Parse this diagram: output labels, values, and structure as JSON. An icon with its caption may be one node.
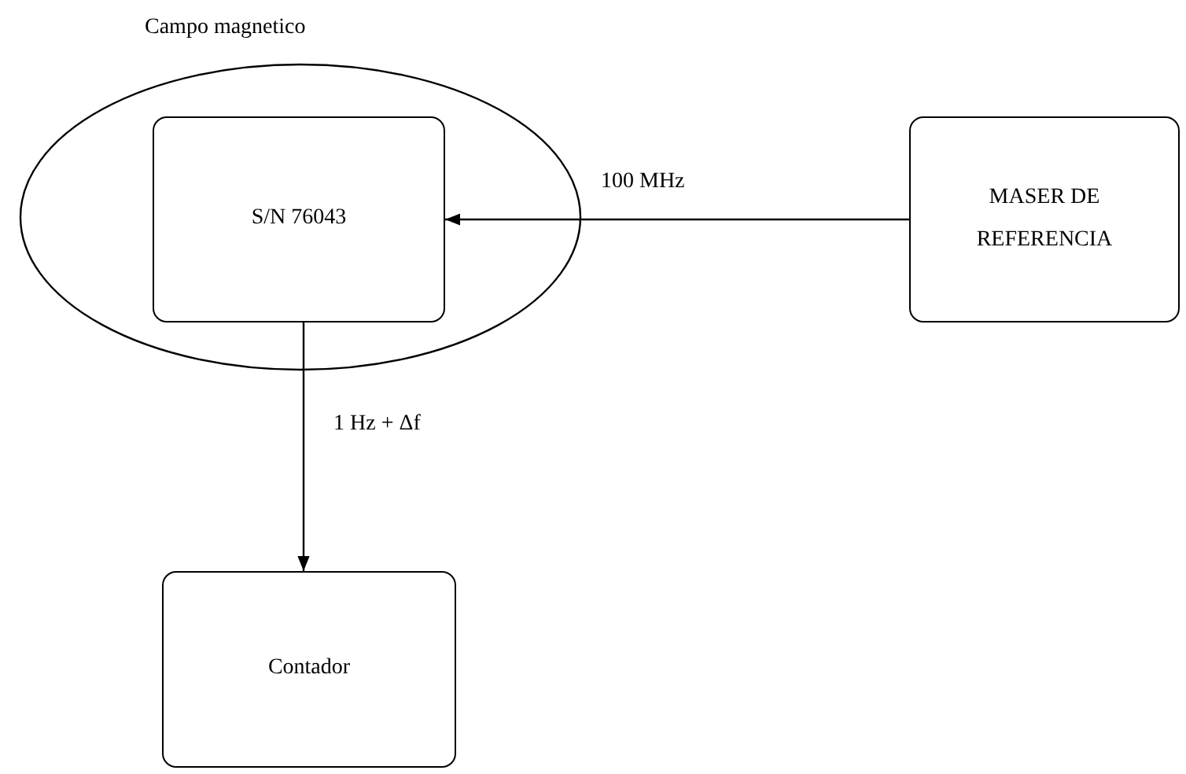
{
  "diagram": {
    "nodes": [
      {
        "text": [
          "Campo magnetico"
        ]
      },
      {
        "text": [
          "S/N 76043"
        ],
        "in": 0
      },
      {
        "text": [
          "MASER DE REFERENCIA"
        ]
      },
      {
        "text": [
          "Contador"
        ]
      }
    ],
    "edges": [
      {
        "from": 2,
        "to": 1,
        "arrow": "to",
        "label": "100 MHz"
      },
      {
        "from": 1,
        "to": 3,
        "arrow": "to",
        "label": "1 Hz + Δf"
      }
    ]
  }
}
